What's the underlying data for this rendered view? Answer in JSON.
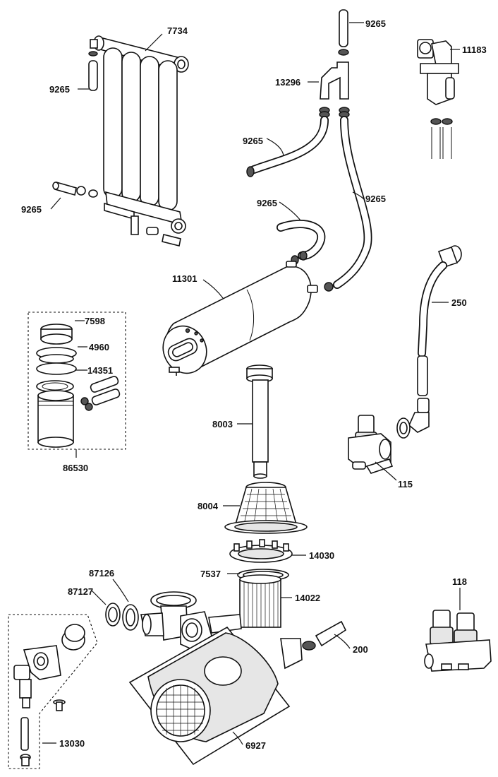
{
  "callouts": {
    "c_7734": "7734",
    "c_9265_tl": "9265",
    "c_9265_ml": "9265",
    "c_9265_top": "9265",
    "c_13296": "13296",
    "c_11183": "11183",
    "c_9265_mid1": "9265",
    "c_9265_mid2": "9265",
    "c_9265_mid3": "9265",
    "c_11301": "11301",
    "c_7598": "7598",
    "c_4960": "4960",
    "c_14351": "14351",
    "c_86530": "86530",
    "c_250": "250",
    "c_8003": "8003",
    "c_115": "115",
    "c_8004": "8004",
    "c_14030": "14030",
    "c_7537": "7537",
    "c_14022": "14022",
    "c_87126": "87126",
    "c_87127": "87127",
    "c_118": "118",
    "c_200": "200",
    "c_13030": "13030",
    "c_6927": "6927"
  },
  "icons": [
    "water-filter-manifold",
    "elbow-fitting",
    "solenoid-valve",
    "pressure-tank",
    "filter-kit",
    "inlet-hose",
    "drain-tube",
    "strainer-basket",
    "pump-assembly",
    "motor-screen"
  ]
}
